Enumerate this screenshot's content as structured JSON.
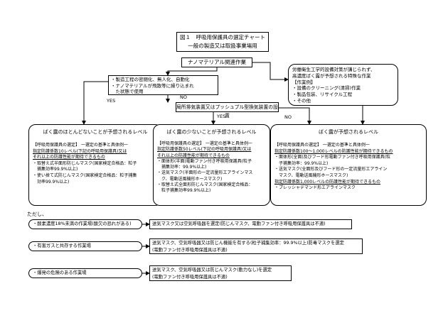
{
  "title": {
    "line1": "図１　呼吸用保護具の選定チャート",
    "line2": "一般の製造又は取扱事業場用"
  },
  "nano": "ナノマテリアル関連作業",
  "process_box": [
    "・製造工程の密閉化、無人化、自動化",
    "・ナノマテリアルが飛散等に繰り込まれ",
    "　た状態で使用"
  ],
  "special_box": [
    "労働衛生工学的設備対策が講じられず、",
    "高濃度ばく露が予想される特殊な作業",
    "【作業例】",
    "・設備のクリーニング(清掃)作業",
    "・製品包装、リサイクル工程",
    "・その他"
  ],
  "local_exhaust": "局所排気装置又はプッシュプル型換気装置の設置",
  "labels": {
    "yes1": "YES",
    "no1": "NO",
    "yes2": "YES",
    "no2": "NO"
  },
  "level_low": {
    "title": "ばく露のほとんどないことが予想されるレベル",
    "heading": "【呼吸用保護具の選定】 一選定の基準と具体例一",
    "lines": [
      "指定防護係数10レベル(下記の呼吸用保護具)又は",
      "それ以上の防護性能が期待できるもの",
      "・取替え式半面形防じんマスク(国家検定合格品：粒子",
      "　捕集効率99.9%以上)",
      "・使い捨て式防じんマスク(国家検定合格品：粒子捕集",
      "　効率99.9%以上)"
    ]
  },
  "level_mid": {
    "title": "ばく露の少ないことが予想されるレベル",
    "heading": "【呼吸用保護具の選定】 一選定の基準と具体例一",
    "lines": [
      "指定防護係数50レベル(下記の呼吸用保護具)又は",
      "それ以上の防護性能が期待できるもの",
      "・面体形(半面)電動ファン付き呼吸用保護具(粒子",
      "　捕集効率：99.9%以上)",
      "・送気マスク(半面形の一定流量形エアラインマス",
      "　ク、電動送風機形ホースマスク)",
      "・取替え式全面形防じんマスク(国家検定合格品：",
      "　粒子捕集効率99.9%以上)"
    ]
  },
  "level_high": {
    "title": "ばく露が予想されるレベル",
    "heading": "【呼吸用保護具の選定】 一選定の基準と具体例一",
    "lines": [
      "指定防護係数100～1,000レベルの防護性能が期待できるもの",
      "・面体形(全面)及びフード形電動ファン付き呼吸用保護具(粒",
      "　子捕集効率：99.9%以上)",
      "・送気マスク(全面形及びフード形の一定流量形エアライン",
      "　マスク、電動送風機形ホースマスク)",
      "指定防護係数1,000レベルの防護性能が期待できるもの",
      "・プレッシャデマンド形エアラインマスク"
    ]
  },
  "however": "ただし、",
  "notes": [
    {
      "cond": "・酸素濃度18%未満の作業場(酸欠の恐れがある)",
      "result": [
        "送気マスク又は空気呼吸器を選定(防じんマスク、電動ファン付き呼吸用保護具は不適)"
      ]
    },
    {
      "cond": "・有害ガスと共存する作業場",
      "result": [
        "送気マスク、空気呼吸器又は防じん機能を有する(粒子捕集効率：99.9%以上)防毒マスクを選定",
        "(電動ファン付き呼吸用保護具は不適)"
      ]
    },
    {
      "cond": "・爆発の危険のある作業場",
      "result": [
        "送気マスク、空気呼吸器又は防じんマスク(動力なし)を選定",
        "(電動ファン付き呼吸用保護具は不適)"
      ]
    }
  ]
}
